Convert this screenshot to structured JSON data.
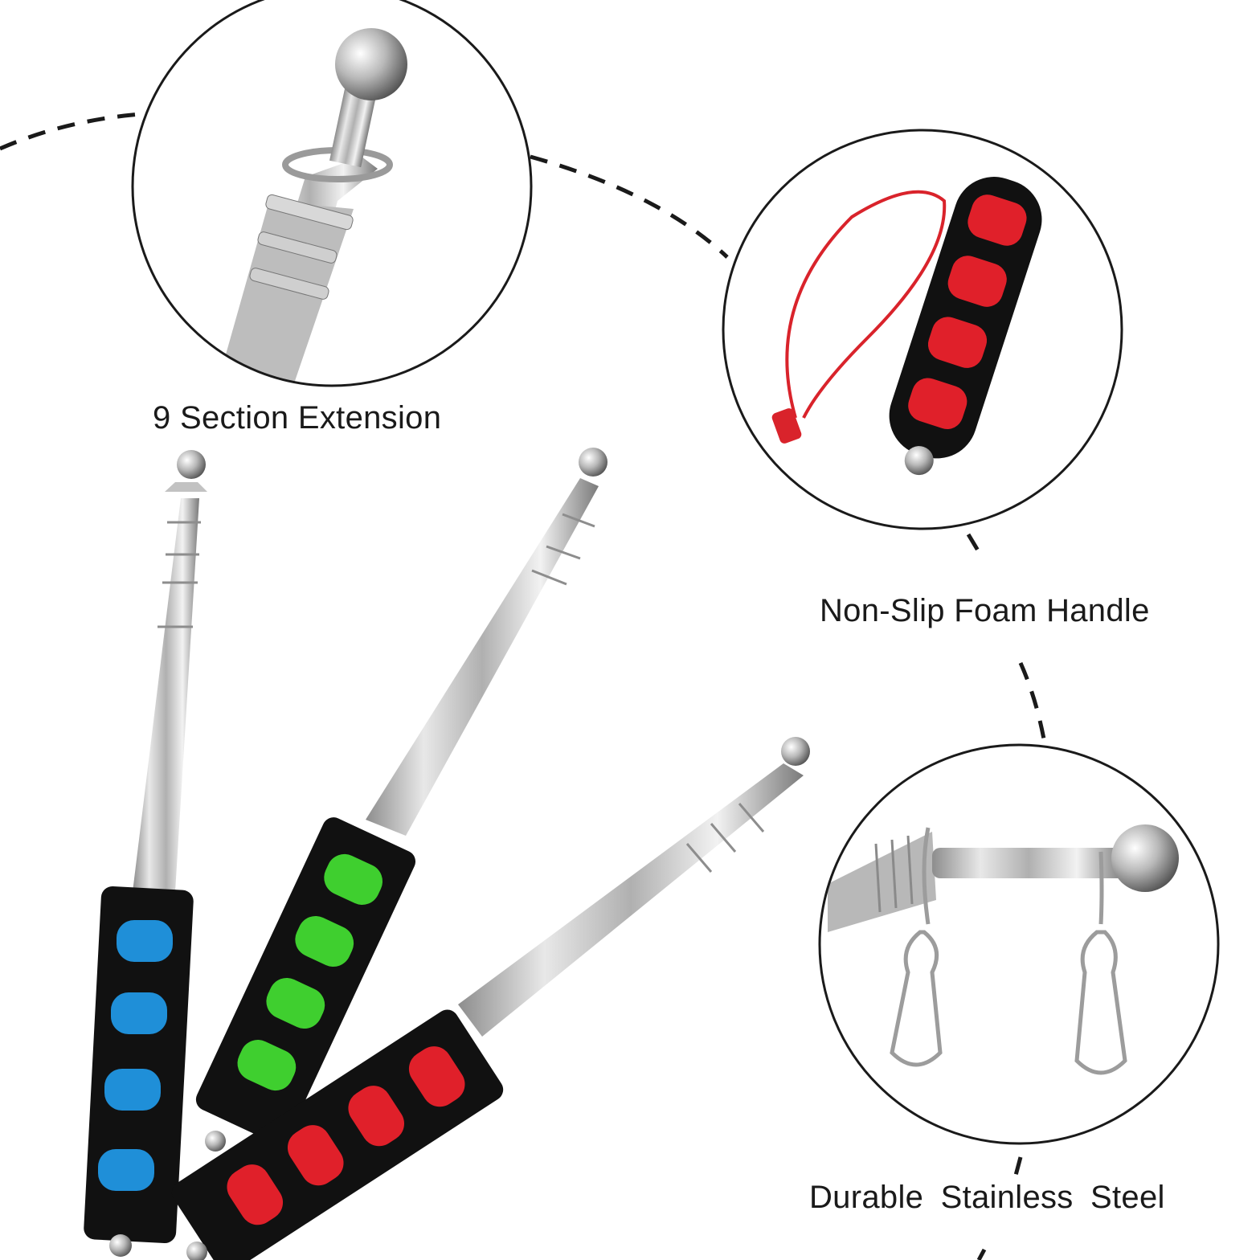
{
  "captions": {
    "extension": "9 Section Extension",
    "foam_handle": "Non-Slip Foam Handle",
    "stainless": "Durable  Stainless Steel"
  },
  "colors": {
    "background": "#ffffff",
    "foam": "#111111",
    "grip_blue": "#1f8fd8",
    "grip_green": "#3fcf2f",
    "grip_red": "#e0202a",
    "steel": "#c9c9c9",
    "outline": "#1a1a1a"
  },
  "product": {
    "pointers": [
      {
        "name": "blue-grip-pointer",
        "grip_color": "#1f8fd8"
      },
      {
        "name": "green-grip-pointer",
        "grip_color": "#3fcf2f"
      },
      {
        "name": "red-grip-pointer",
        "grip_color": "#e0202a"
      }
    ],
    "detail_circles": [
      "ball-tip-closeup",
      "foam-handle-with-lanyard-closeup",
      "flag-clips-closeup"
    ]
  }
}
